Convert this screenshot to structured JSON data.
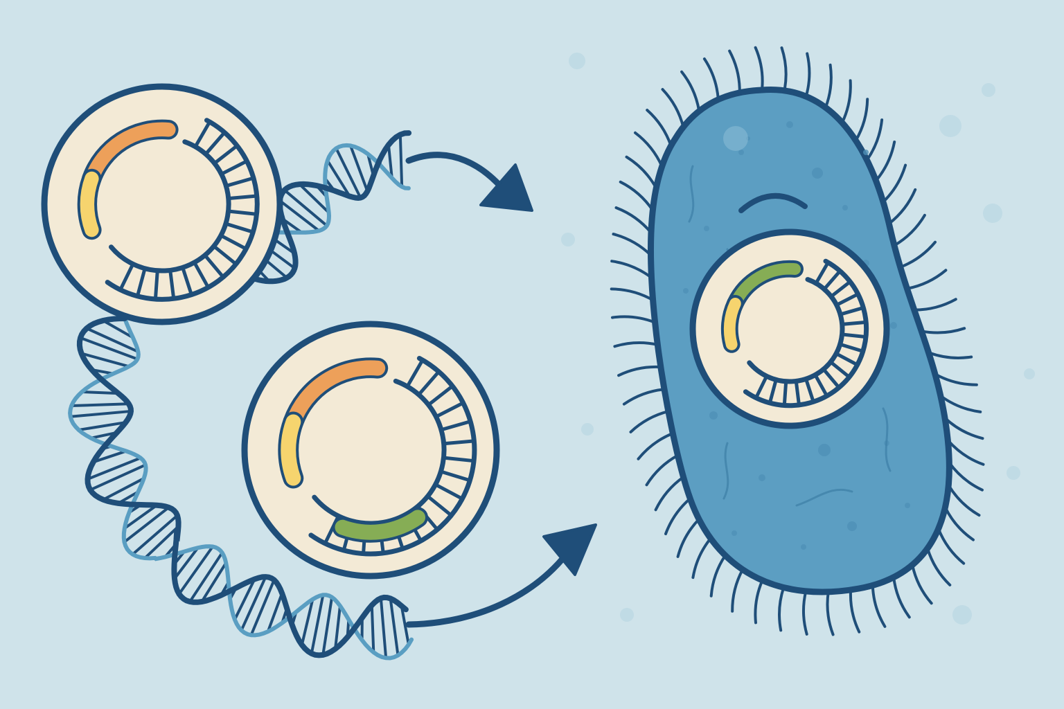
{
  "colors": {
    "background": "#cfe3ea",
    "outline": "#1f4e79",
    "strand_light": "#5a9ec2",
    "plasmid_fill": "#f3ead6",
    "gene_orange": "#eda05a",
    "gene_yellow": "#f6d46e",
    "gene_green": "#86ad55",
    "cell_body": "#5c9ec2",
    "cell_spots": "#4f90b6",
    "bubbles": "#bcd8e3"
  },
  "elements": {
    "plasmid_a": {
      "genes": [
        "gene_orange",
        "gene_yellow"
      ]
    },
    "plasmid_b": {
      "genes": [
        "gene_orange",
        "gene_yellow",
        "gene_green"
      ]
    },
    "plasmid_in_cell": {
      "genes": [
        "gene_green",
        "gene_yellow"
      ]
    },
    "arrows": {
      "count": 2,
      "direction": "toward-cell"
    },
    "cell": {
      "shape": "rod",
      "appendages": "pili"
    }
  }
}
